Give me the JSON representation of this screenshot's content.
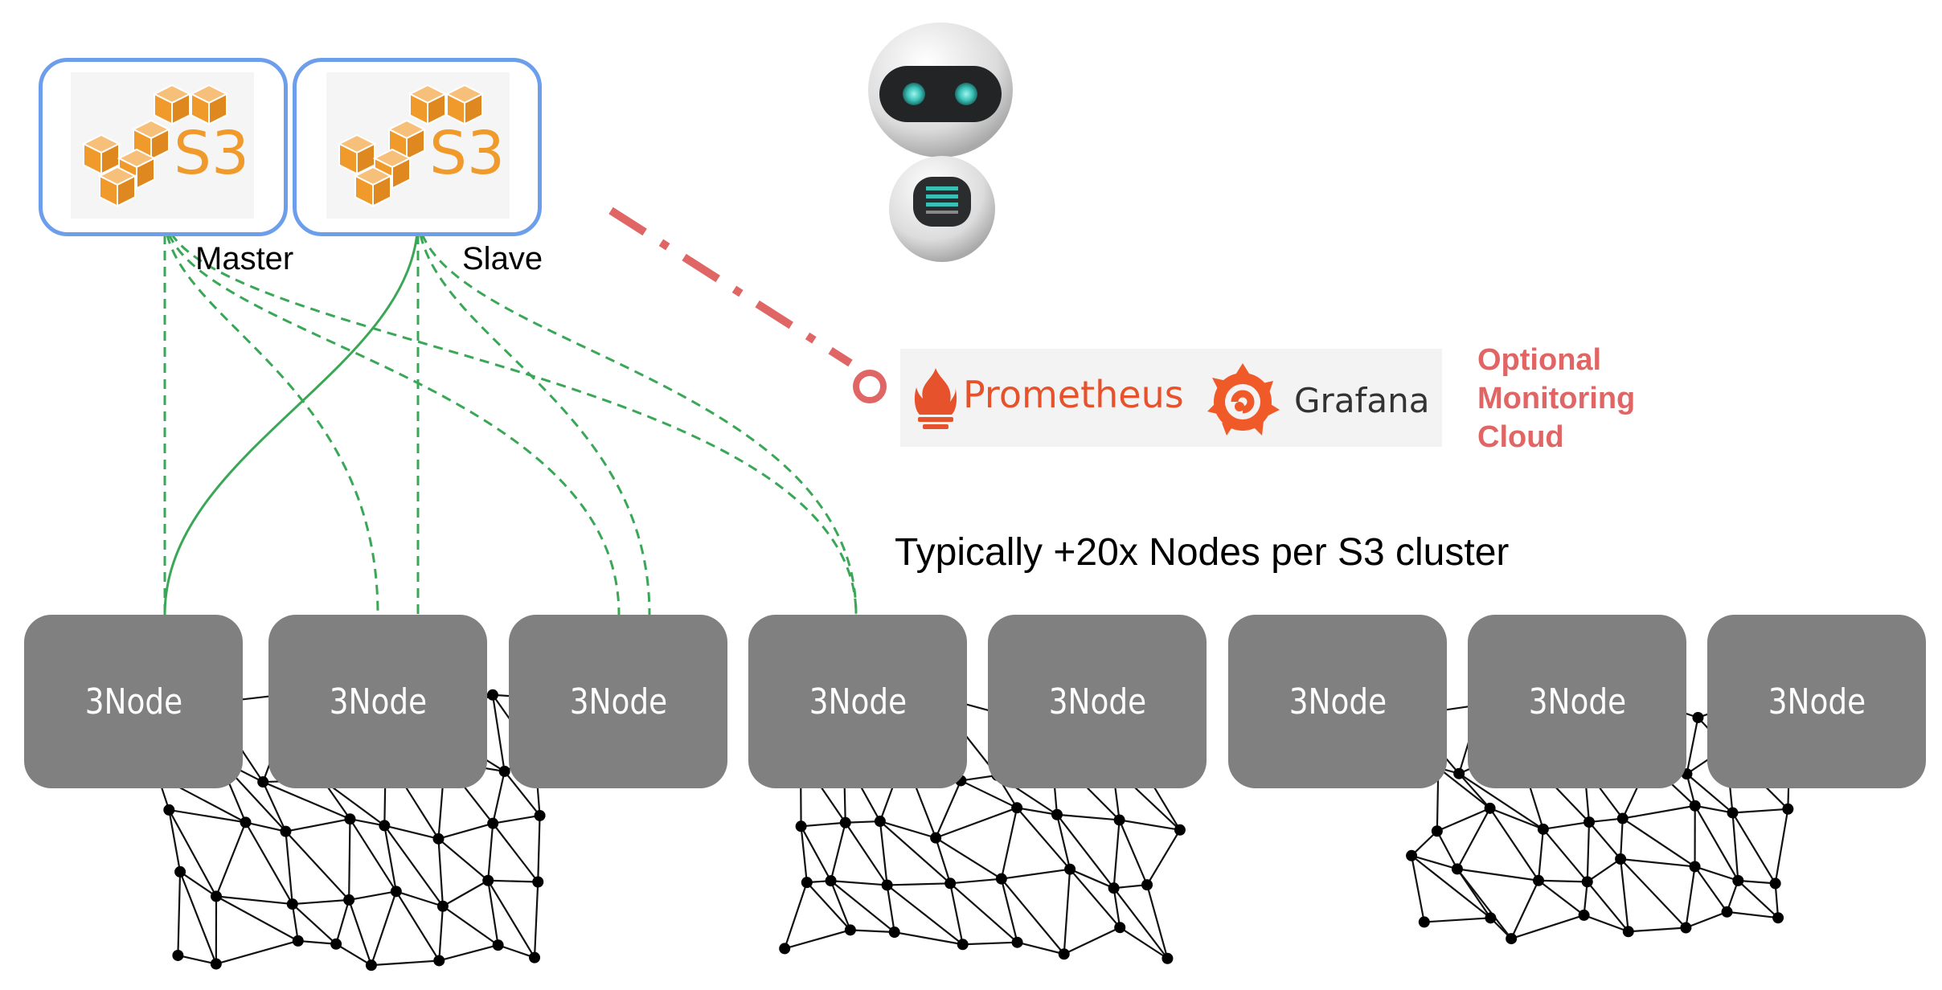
{
  "s3": [
    {
      "label": "Master",
      "logo_text": "S3"
    },
    {
      "label": "Slave",
      "logo_text": "S3"
    }
  ],
  "monitoring": {
    "prometheus": "Prometheus",
    "grafana": "Grafana",
    "label_lines": [
      "Optional",
      "Monitoring",
      "Cloud"
    ]
  },
  "caption": "Typically +20x Nodes per S3 cluster",
  "nodes": [
    "3Node",
    "3Node",
    "3Node",
    "3Node",
    "3Node",
    "3Node",
    "3Node",
    "3Node"
  ],
  "colors": {
    "s3_border": "#6d9eeb",
    "s3_orange": "#ef9a2b",
    "node_fill": "#808080",
    "link_green": "#3aa757",
    "monitor_red": "#e06666"
  }
}
